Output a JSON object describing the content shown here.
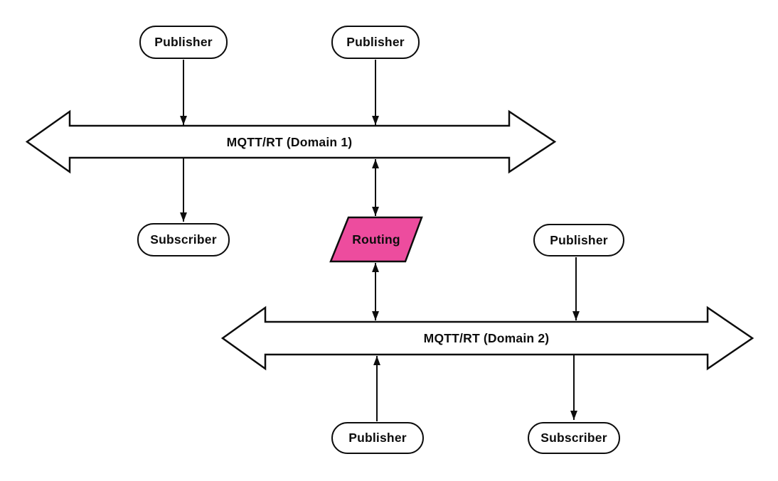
{
  "diagram": {
    "type": "flow-diagram",
    "colors": {
      "stroke": "#0d0d0d",
      "routing_fill": "#ed4c9e",
      "node_fill": "#ffffff",
      "background": "#ffffff"
    },
    "nodes": {
      "publisher_top_left": {
        "label": "Publisher",
        "shape": "rounded"
      },
      "publisher_top_center": {
        "label": "Publisher",
        "shape": "rounded"
      },
      "bus_domain1": {
        "label": "MQTT/RT (Domain 1)",
        "shape": "double-arrow-bus"
      },
      "subscriber_domain1": {
        "label": "Subscriber",
        "shape": "rounded"
      },
      "routing": {
        "label": "Routing",
        "shape": "parallelogram"
      },
      "publisher_domain2_top": {
        "label": "Publisher",
        "shape": "rounded"
      },
      "bus_domain2": {
        "label": "MQTT/RT (Domain 2)",
        "shape": "double-arrow-bus"
      },
      "publisher_domain2_bottom": {
        "label": "Publisher",
        "shape": "rounded"
      },
      "subscriber_domain2": {
        "label": "Subscriber",
        "shape": "rounded"
      }
    },
    "edges": [
      {
        "from": "publisher_top_left",
        "to": "bus_domain1",
        "direction": "down"
      },
      {
        "from": "publisher_top_center",
        "to": "bus_domain1",
        "direction": "down"
      },
      {
        "from": "bus_domain1",
        "to": "subscriber_domain1",
        "direction": "down"
      },
      {
        "from": "bus_domain1",
        "to": "routing",
        "direction": "both"
      },
      {
        "from": "routing",
        "to": "bus_domain2",
        "direction": "both"
      },
      {
        "from": "publisher_domain2_top",
        "to": "bus_domain2",
        "direction": "down"
      },
      {
        "from": "publisher_domain2_bottom",
        "to": "bus_domain2",
        "direction": "up"
      },
      {
        "from": "bus_domain2",
        "to": "subscriber_domain2",
        "direction": "down"
      }
    ]
  }
}
